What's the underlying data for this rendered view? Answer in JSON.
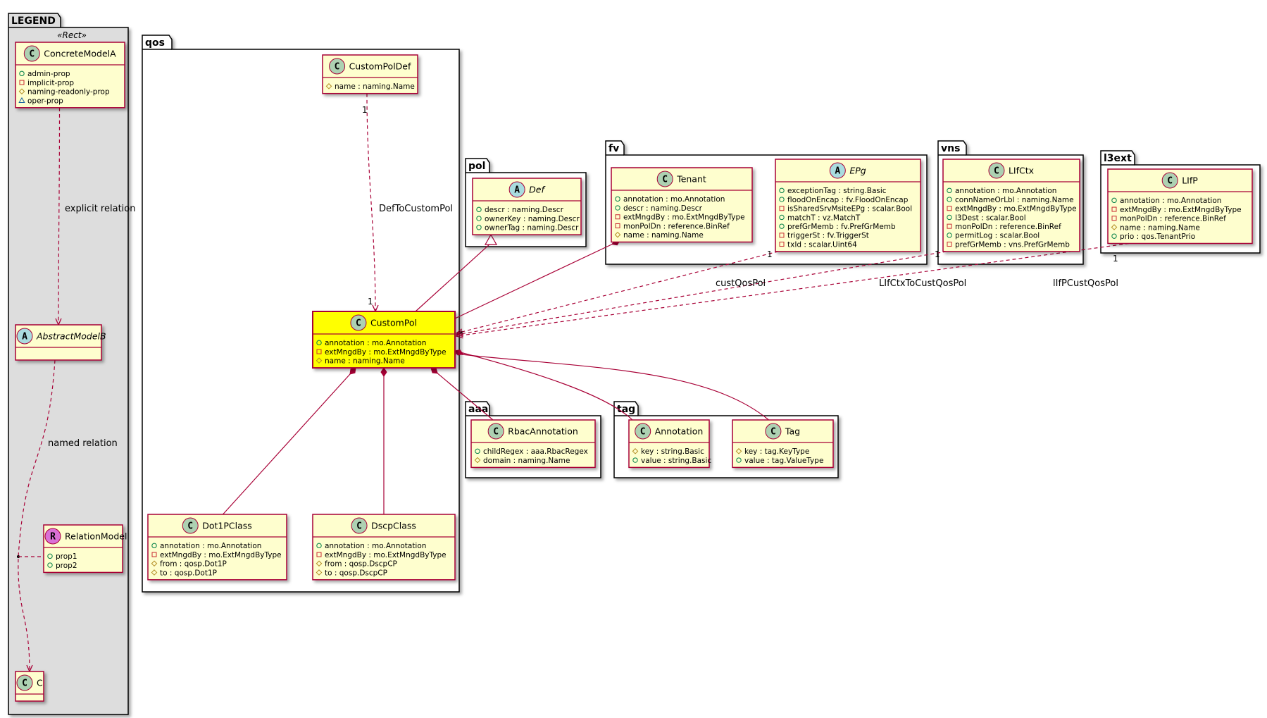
{
  "packages": [
    {
      "id": "legend",
      "title": "LEGEND",
      "stereotype": "«Rect»"
    },
    {
      "id": "qos",
      "title": "qos"
    },
    {
      "id": "pol",
      "title": "pol"
    },
    {
      "id": "fv",
      "title": "fv"
    },
    {
      "id": "vns",
      "title": "vns"
    },
    {
      "id": "l3ext",
      "title": "l3ext"
    },
    {
      "id": "aaa",
      "title": "aaa"
    },
    {
      "id": "tag",
      "title": "tag"
    }
  ],
  "classes": [
    {
      "id": "ConcreteModelA",
      "name": "ConcreteModelA",
      "kind": "C",
      "highlight": false,
      "attrs": [
        {
          "v": "+",
          "t": "admin-prop"
        },
        {
          "v": "-",
          "t": "implicit-prop"
        },
        {
          "v": "#",
          "t": "naming-readonly-prop"
        },
        {
          "v": "~",
          "t": "oper-prop"
        }
      ]
    },
    {
      "id": "AbstractModelB",
      "name": "AbstractModelB",
      "kind": "A",
      "highlight": false,
      "attrs": []
    },
    {
      "id": "RelationModel",
      "name": "RelationModel",
      "kind": "R",
      "highlight": false,
      "attrs": [
        {
          "v": "+",
          "t": "prop1"
        },
        {
          "v": "+",
          "t": "prop2"
        }
      ]
    },
    {
      "id": "C",
      "name": "C",
      "kind": "C",
      "highlight": false,
      "attrs": []
    },
    {
      "id": "CustomPolDef",
      "name": "CustomPolDef",
      "kind": "C",
      "highlight": false,
      "attrs": [
        {
          "v": "#",
          "t": "name : naming.Name"
        }
      ]
    },
    {
      "id": "CustomPol",
      "name": "CustomPol",
      "kind": "C",
      "highlight": true,
      "attrs": [
        {
          "v": "+",
          "t": "annotation : mo.Annotation"
        },
        {
          "v": "-",
          "t": "extMngdBy : mo.ExtMngdByType"
        },
        {
          "v": "#",
          "t": "name : naming.Name"
        }
      ]
    },
    {
      "id": "Dot1PClass",
      "name": "Dot1PClass",
      "kind": "C",
      "highlight": false,
      "attrs": [
        {
          "v": "+",
          "t": "annotation : mo.Annotation"
        },
        {
          "v": "-",
          "t": "extMngdBy : mo.ExtMngdByType"
        },
        {
          "v": "#",
          "t": "from : qosp.Dot1P"
        },
        {
          "v": "#",
          "t": "to : qosp.Dot1P"
        }
      ]
    },
    {
      "id": "DscpClass",
      "name": "DscpClass",
      "kind": "C",
      "highlight": false,
      "attrs": [
        {
          "v": "+",
          "t": "annotation : mo.Annotation"
        },
        {
          "v": "-",
          "t": "extMngdBy : mo.ExtMngdByType"
        },
        {
          "v": "#",
          "t": "from : qosp.DscpCP"
        },
        {
          "v": "#",
          "t": "to : qosp.DscpCP"
        }
      ]
    },
    {
      "id": "Def",
      "name": "Def",
      "kind": "A",
      "highlight": false,
      "attrs": [
        {
          "v": "+",
          "t": "descr : naming.Descr"
        },
        {
          "v": "+",
          "t": "ownerKey : naming.Descr"
        },
        {
          "v": "+",
          "t": "ownerTag : naming.Descr"
        }
      ]
    },
    {
      "id": "Tenant",
      "name": "Tenant",
      "kind": "C",
      "highlight": false,
      "attrs": [
        {
          "v": "+",
          "t": "annotation : mo.Annotation"
        },
        {
          "v": "+",
          "t": "descr : naming.Descr"
        },
        {
          "v": "-",
          "t": "extMngdBy : mo.ExtMngdByType"
        },
        {
          "v": "-",
          "t": "monPolDn : reference.BinRef"
        },
        {
          "v": "#",
          "t": "name : naming.Name"
        }
      ]
    },
    {
      "id": "EPg",
      "name": "EPg",
      "kind": "A",
      "highlight": false,
      "attrs": [
        {
          "v": "+",
          "t": "exceptionTag : string.Basic"
        },
        {
          "v": "+",
          "t": "floodOnEncap : fv.FloodOnEncap"
        },
        {
          "v": "-",
          "t": "isSharedSrvMsiteEPg : scalar.Bool"
        },
        {
          "v": "+",
          "t": "matchT : vz.MatchT"
        },
        {
          "v": "+",
          "t": "prefGrMemb : fv.PrefGrMemb"
        },
        {
          "v": "-",
          "t": "triggerSt : fv.TriggerSt"
        },
        {
          "v": "-",
          "t": "txId : scalar.Uint64"
        }
      ]
    },
    {
      "id": "LIfCtx",
      "name": "LIfCtx",
      "kind": "C",
      "highlight": false,
      "attrs": [
        {
          "v": "+",
          "t": "annotation : mo.Annotation"
        },
        {
          "v": "+",
          "t": "connNameOrLbl : naming.Name"
        },
        {
          "v": "-",
          "t": "extMngdBy : mo.ExtMngdByType"
        },
        {
          "v": "+",
          "t": "l3Dest : scalar.Bool"
        },
        {
          "v": "-",
          "t": "monPolDn : reference.BinRef"
        },
        {
          "v": "+",
          "t": "permitLog : scalar.Bool"
        },
        {
          "v": "-",
          "t": "prefGrMemb : vns.PrefGrMemb"
        }
      ]
    },
    {
      "id": "LIfP",
      "name": "LIfP",
      "kind": "C",
      "highlight": false,
      "attrs": [
        {
          "v": "+",
          "t": "annotation : mo.Annotation"
        },
        {
          "v": "-",
          "t": "extMngdBy : mo.ExtMngdByType"
        },
        {
          "v": "-",
          "t": "monPolDn : reference.BinRef"
        },
        {
          "v": "#",
          "t": "name : naming.Name"
        },
        {
          "v": "+",
          "t": "prio : qos.TenantPrio"
        }
      ]
    },
    {
      "id": "RbacAnnotation",
      "name": "RbacAnnotation",
      "kind": "C",
      "highlight": false,
      "attrs": [
        {
          "v": "+",
          "t": "childRegex : aaa.RbacRegex"
        },
        {
          "v": "#",
          "t": "domain : naming.Name"
        }
      ]
    },
    {
      "id": "Annotation",
      "name": "Annotation",
      "kind": "C",
      "highlight": false,
      "attrs": [
        {
          "v": "#",
          "t": "key : string.Basic"
        },
        {
          "v": "+",
          "t": "value : string.Basic"
        }
      ]
    },
    {
      "id": "Tag",
      "name": "Tag",
      "kind": "C",
      "highlight": false,
      "attrs": [
        {
          "v": "#",
          "t": "key : tag.KeyType"
        },
        {
          "v": "+",
          "t": "value : tag.ValueType"
        }
      ]
    }
  ],
  "relations": [
    {
      "id": "r-explicit",
      "label": "explicit relation",
      "from_mult": "",
      "to_mult": ""
    },
    {
      "id": "r-named",
      "label": "named relation",
      "from_mult": "",
      "to_mult": ""
    },
    {
      "id": "r-deftocustompol",
      "label": "DefToCustomPol",
      "from_mult": "1",
      "to_mult": "1"
    },
    {
      "id": "r-custqospol",
      "label": "custQosPol",
      "from_mult": "1",
      "to_mult": "*"
    },
    {
      "id": "r-lifctxtocustqospol",
      "label": "LIfCtxToCustQosPol",
      "from_mult": "1",
      "to_mult": ""
    },
    {
      "id": "r-lifpcustqospol",
      "label": "lIfPCustQosPol",
      "from_mult": "1",
      "to_mult": ""
    }
  ],
  "colors": {
    "class_fill": "#FEFECE",
    "class_border": "#A80036",
    "highlight_fill": "#FFFF00",
    "spot_class": "#ADD1B2",
    "spot_abstract": "#A9DCDF",
    "spot_relation": "#DA70D6",
    "legend_fill": "#DDDDDD",
    "line": "#A80036"
  }
}
